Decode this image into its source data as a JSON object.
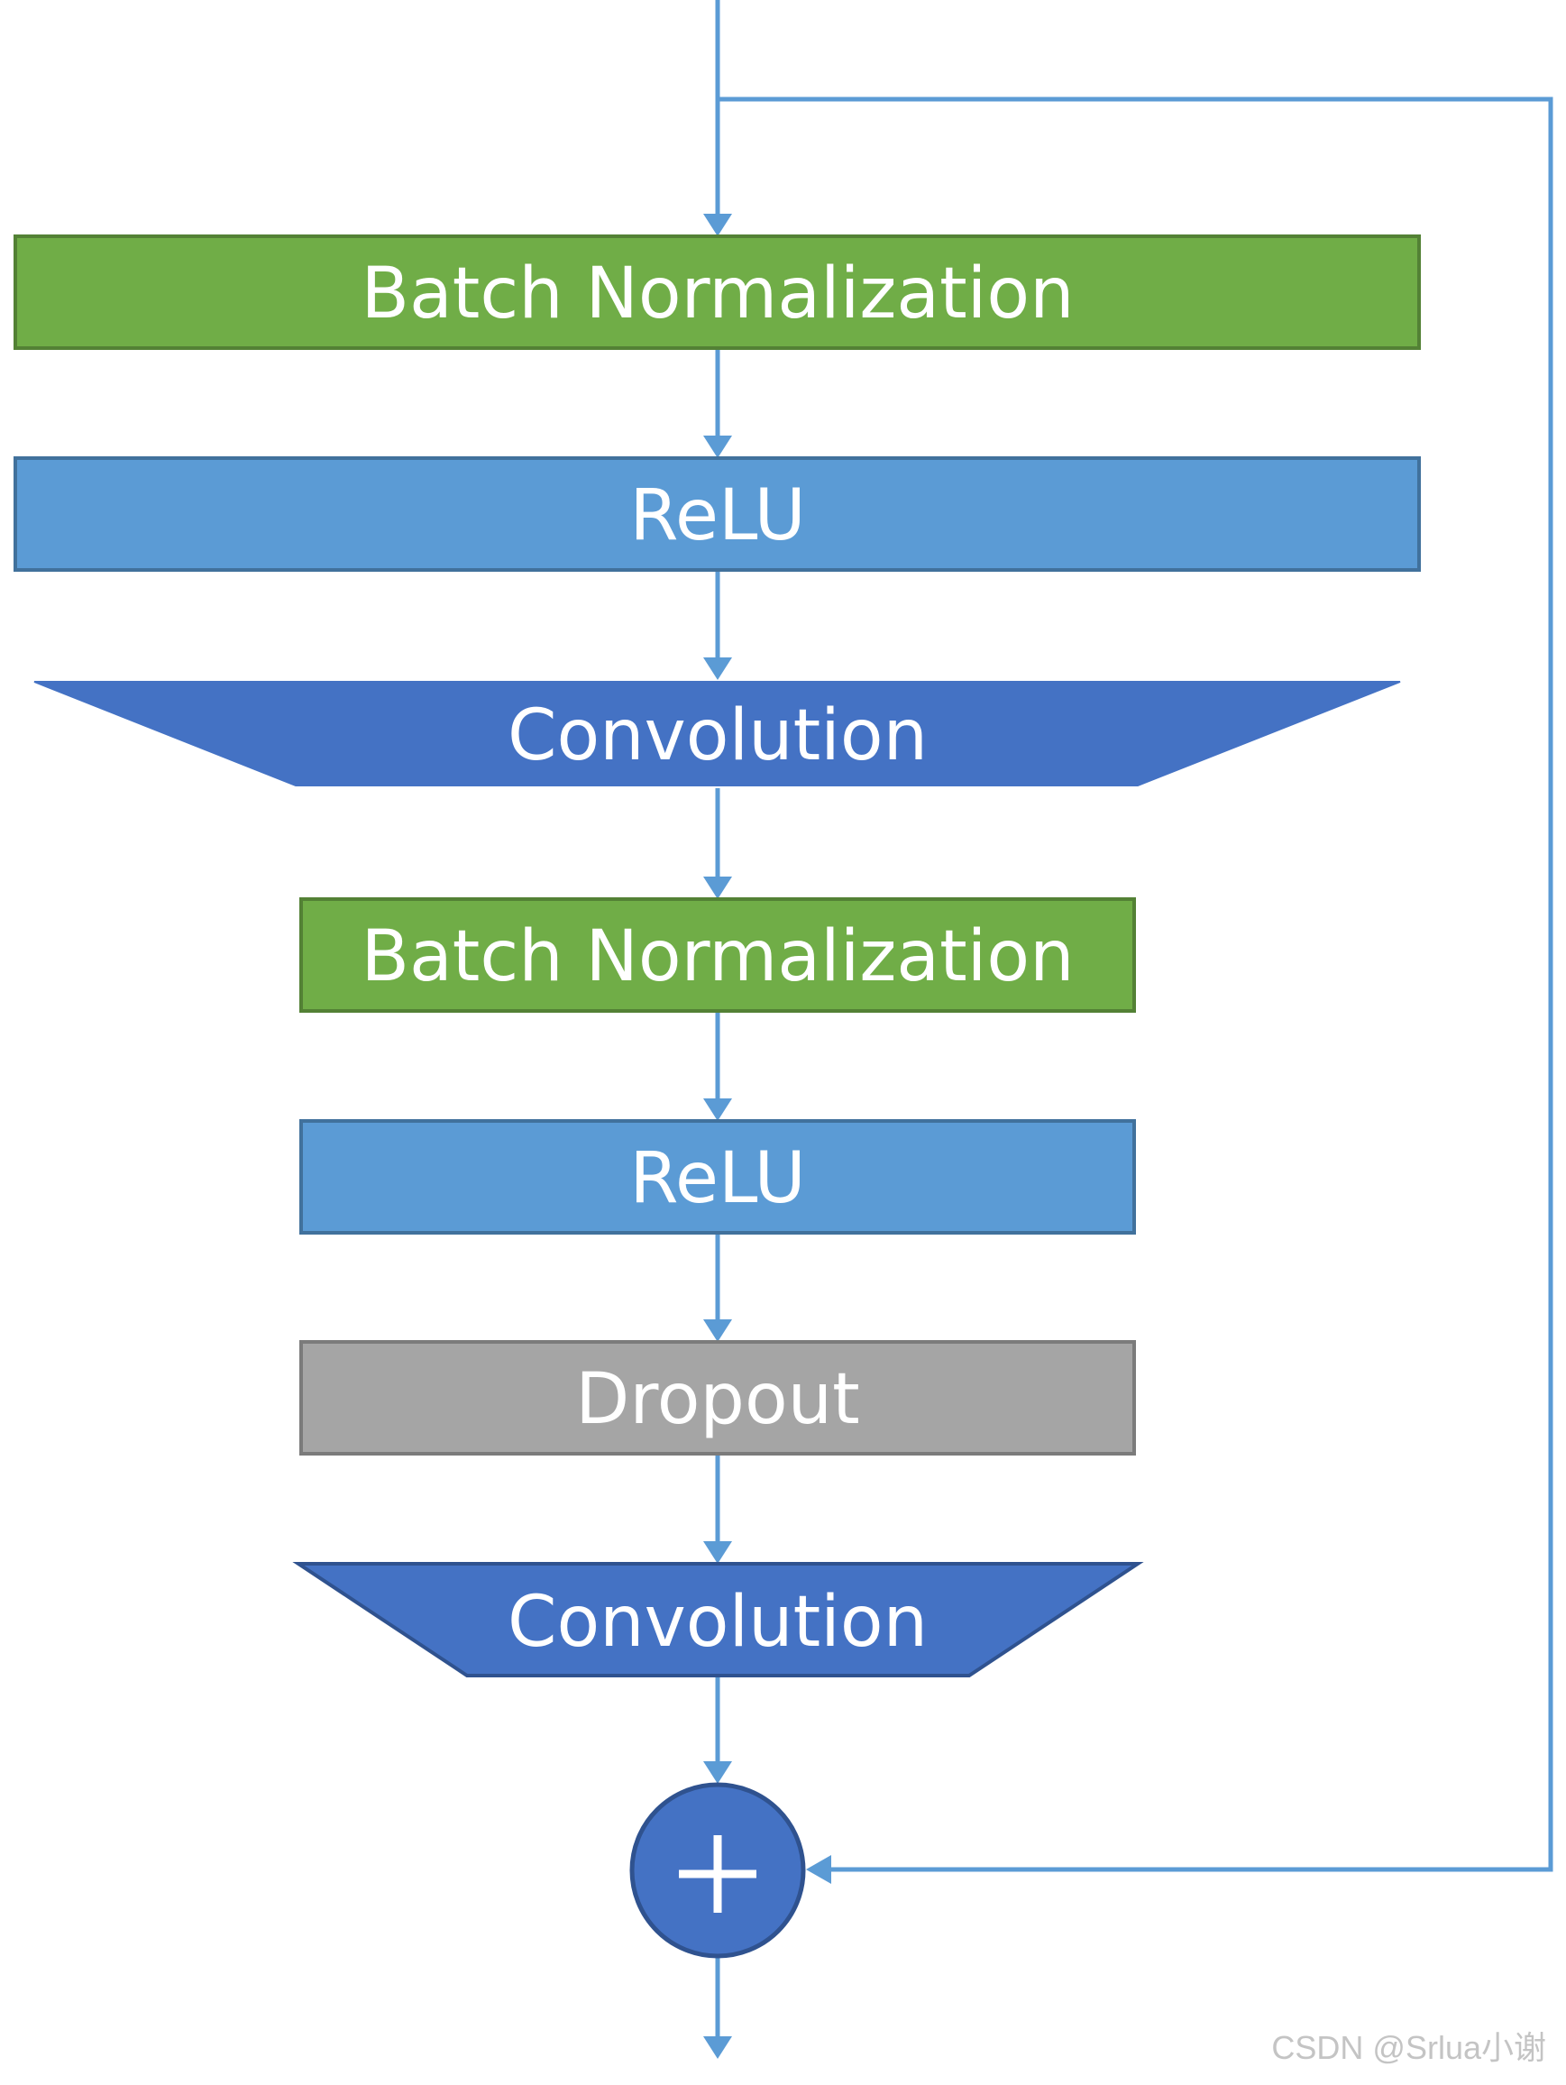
{
  "diagram": {
    "nodes": [
      {
        "id": "bn1",
        "label": "Batch Normalization",
        "kind": "batch-norm"
      },
      {
        "id": "relu1",
        "label": "ReLU",
        "kind": "relu"
      },
      {
        "id": "conv1",
        "label": "Convolution",
        "kind": "convolution"
      },
      {
        "id": "bn2",
        "label": "Batch Normalization",
        "kind": "batch-norm"
      },
      {
        "id": "relu2",
        "label": "ReLU",
        "kind": "relu"
      },
      {
        "id": "dropout",
        "label": "Dropout",
        "kind": "dropout"
      },
      {
        "id": "conv2",
        "label": "Convolution",
        "kind": "convolution"
      },
      {
        "id": "add",
        "label": "+",
        "kind": "addition"
      }
    ],
    "edges": [
      {
        "from": "input",
        "to": "bn1"
      },
      {
        "from": "bn1",
        "to": "relu1"
      },
      {
        "from": "relu1",
        "to": "conv1"
      },
      {
        "from": "conv1",
        "to": "bn2"
      },
      {
        "from": "bn2",
        "to": "relu2"
      },
      {
        "from": "relu2",
        "to": "dropout"
      },
      {
        "from": "dropout",
        "to": "conv2"
      },
      {
        "from": "conv2",
        "to": "add"
      },
      {
        "from": "input",
        "to": "add",
        "kind": "skip-connection"
      },
      {
        "from": "add",
        "to": "output"
      }
    ],
    "colors": {
      "batch_norm": "#70AD47",
      "relu": "#5B9BD5",
      "convolution": "#4472C4",
      "dropout": "#A5A5A5",
      "addition": "#4472C4",
      "arrow": "#5B9BD5"
    }
  },
  "watermark": "CSDN @Srlua小谢"
}
